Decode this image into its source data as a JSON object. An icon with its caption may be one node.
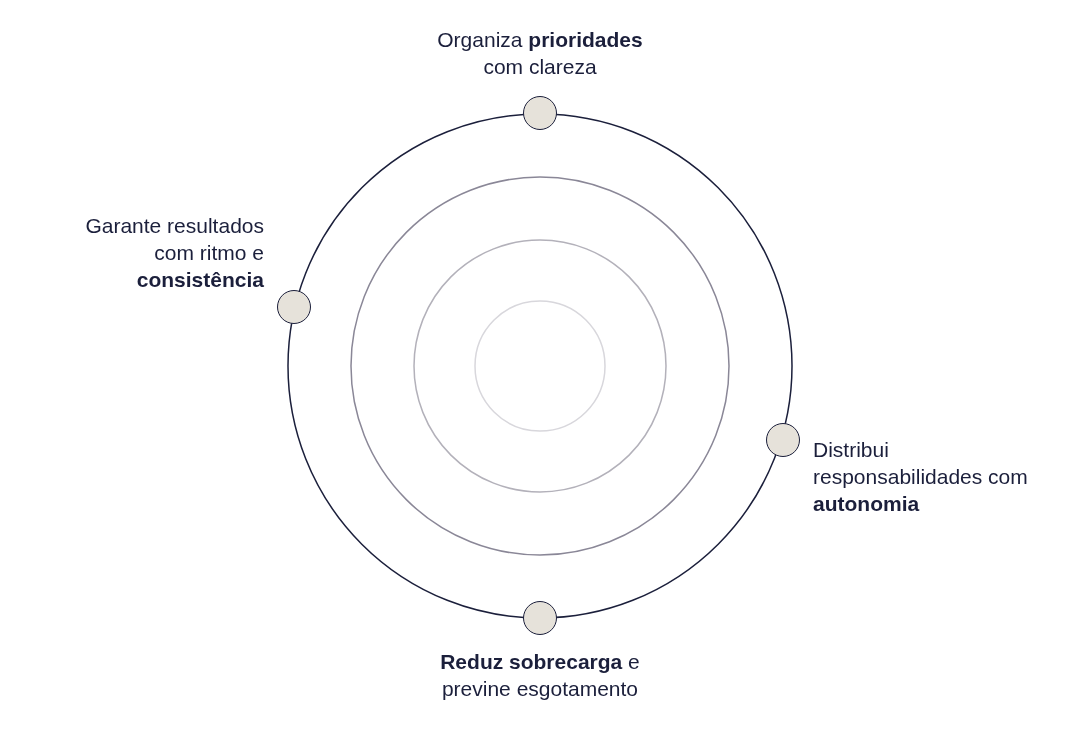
{
  "diagram": {
    "nodes": [
      {
        "text": [],
        "shape": "circle",
        "beside": [
          "Organiza **prioridades** com clareza"
        ]
      },
      {
        "text": [],
        "shape": "circle",
        "beside": [
          "Garante resultados com ritmo e **consistência**"
        ]
      },
      {
        "text": [],
        "shape": "circle",
        "beside": [
          "Distribui responsabilidades com **autonomia**"
        ]
      },
      {
        "text": [],
        "shape": "circle",
        "beside": [
          "**Reduz sobrecarga** e previne esgotamento"
        ]
      }
    ]
  }
}
